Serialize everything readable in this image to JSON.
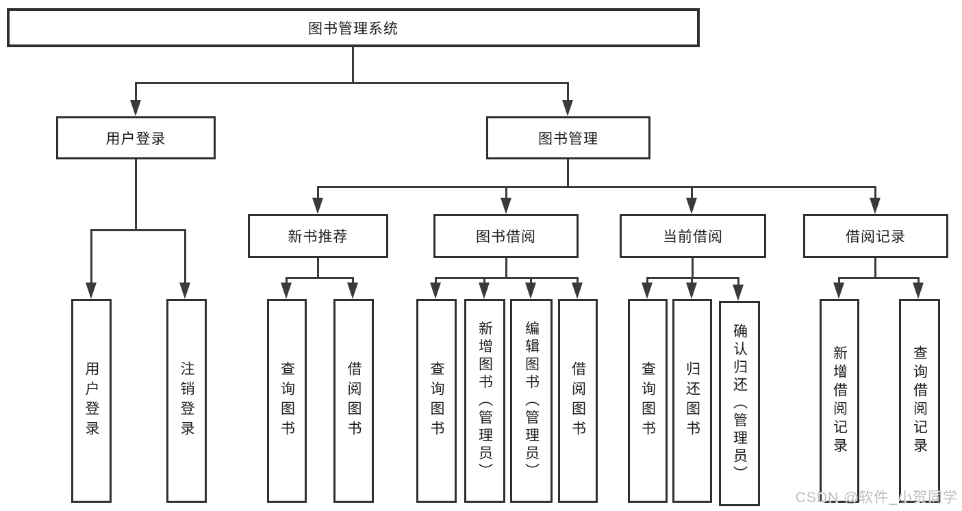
{
  "diagram": {
    "root": {
      "label": "图书管理系统"
    },
    "level2": [
      {
        "id": "user-login",
        "label": "用户登录"
      },
      {
        "id": "book-management",
        "label": "图书管理"
      }
    ],
    "level3": [
      {
        "id": "new-book-recommend",
        "label": "新书推荐"
      },
      {
        "id": "book-borrowing",
        "label": "图书借阅"
      },
      {
        "id": "current-borrowing",
        "label": "当前借阅"
      },
      {
        "id": "borrowing-records",
        "label": "借阅记录"
      }
    ],
    "leaves": {
      "user_login": [
        "用户登录",
        "注销登录"
      ],
      "new_book_recommend": [
        "查询图书",
        "借阅图书"
      ],
      "book_borrowing": [
        "查询图书",
        "新增图书（管理员）",
        "编辑图书（管理员）",
        "借阅图书"
      ],
      "current_borrowing": [
        "查询图书",
        "归还图书",
        "确认归还（管理员）"
      ],
      "borrowing_records": [
        "新增借阅记录",
        "查询借阅记录"
      ]
    }
  },
  "watermark": "CSDN @软件_小贺同学",
  "colors": {
    "line": "#3a3a3a",
    "border": "#2f2f2f",
    "text": "#1c1c1c",
    "watermark": "#bdbdbd",
    "background": "#ffffff"
  }
}
